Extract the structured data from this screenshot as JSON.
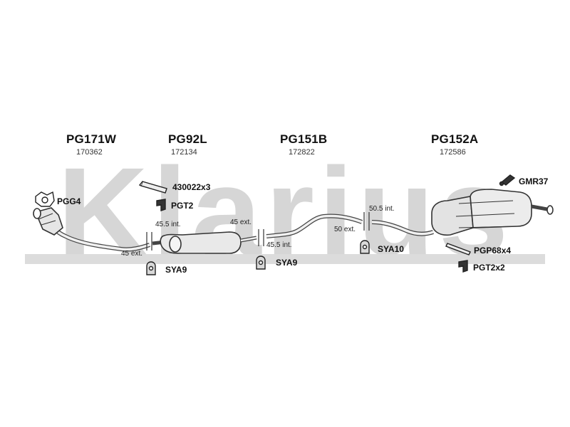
{
  "watermark": "Klarius",
  "colors": {
    "watermark": "#d4d4d4",
    "line": "#333333",
    "part_fill": "#e9e9e9",
    "text": "#111111"
  },
  "parts": [
    {
      "name": "PG171W",
      "code": "170362"
    },
    {
      "name": "PG92L",
      "code": "172134"
    },
    {
      "name": "PG151B",
      "code": "172822"
    },
    {
      "name": "PG152A",
      "code": "172586"
    }
  ],
  "accessories": [
    {
      "label": "PGG4",
      "icon": "gasket-icon"
    },
    {
      "label": "430022x3",
      "icon": "bolt-icon"
    },
    {
      "label": "PGT2",
      "icon": "clamp-icon"
    },
    {
      "label": "GMR37",
      "icon": "rubber-mount-icon"
    },
    {
      "label": "SYA9",
      "icon": "hanger-icon"
    },
    {
      "label": "SYA9",
      "icon": "hanger-icon"
    },
    {
      "label": "SYA10",
      "icon": "hanger-icon"
    },
    {
      "label": "PGP68x4",
      "icon": "clip-icon"
    },
    {
      "label": "PGT2x2",
      "icon": "clamp-icon"
    }
  ],
  "dimensions": [
    {
      "text": "45.5 int."
    },
    {
      "text": "45 ext."
    },
    {
      "text": "45 ext."
    },
    {
      "text": "45.5 int."
    },
    {
      "text": "50.5 int."
    },
    {
      "text": "50 ext."
    }
  ]
}
